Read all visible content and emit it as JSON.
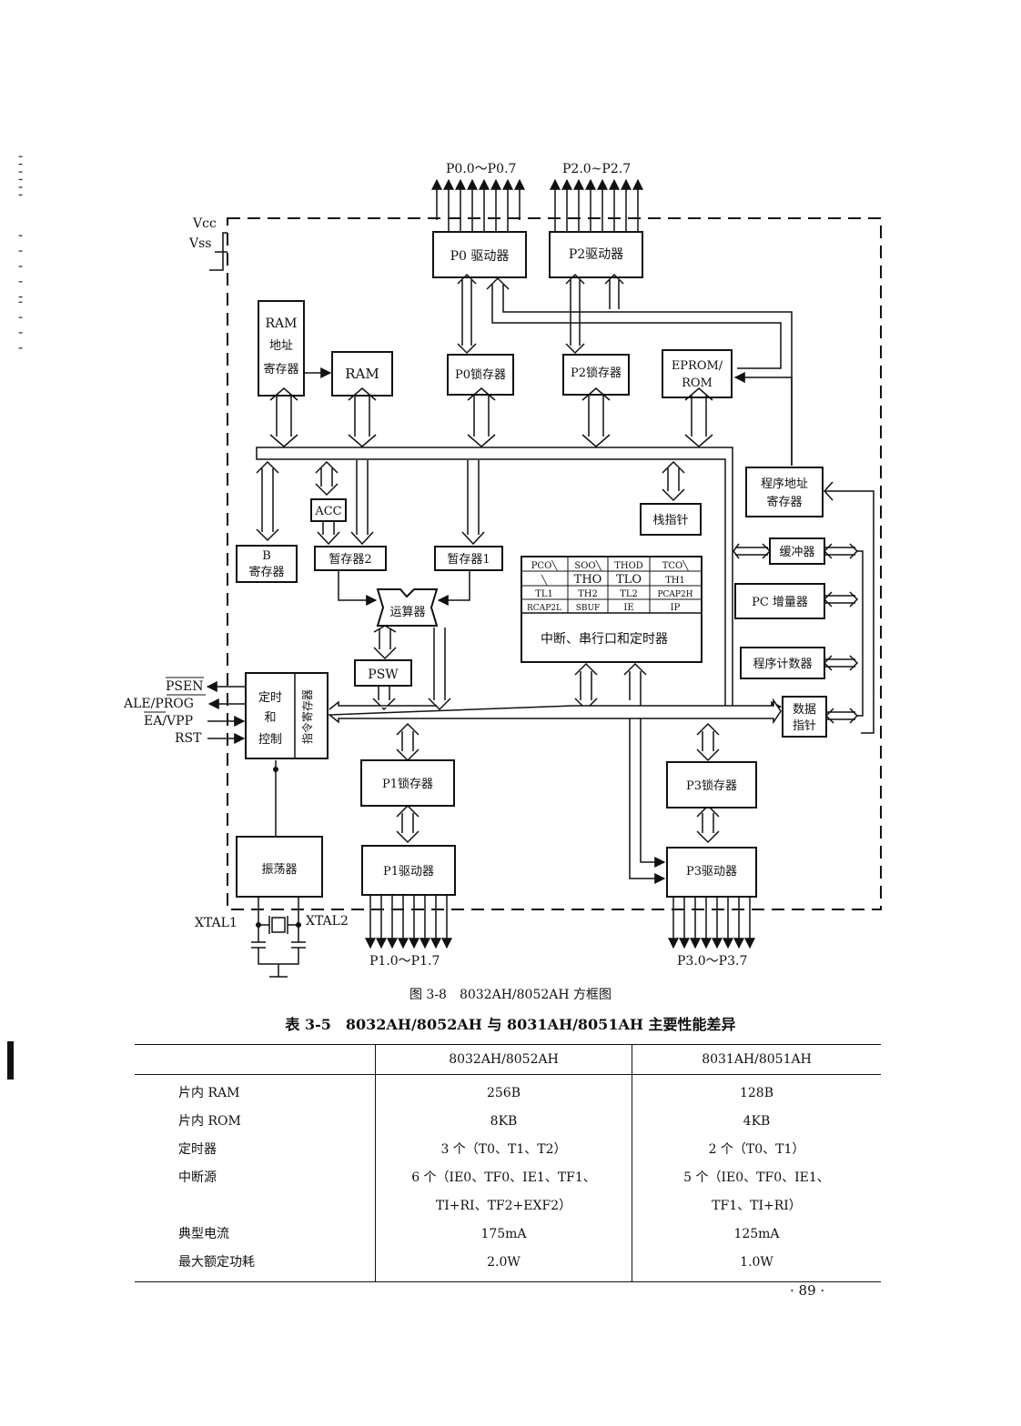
{
  "figure": {
    "pins": {
      "p0_bus": "P0.0～P0.7",
      "p2_bus": "P2.0~P2.7",
      "p1_bus": "P1.0～P1.7",
      "p3_bus": "P3.0～P3.7",
      "vcc": "Vcc",
      "vss": "Vss",
      "psen": "PSEN",
      "ale_prog": "ALE/PROG",
      "ea_vpp": "EA/VPP",
      "rst": "RST",
      "xtal1": "XTAL1",
      "xtal2": "XTAL2"
    },
    "blocks": {
      "p0_driver": "P0 驱动器",
      "p2_driver": "P2驱动器",
      "ram_addr_reg": [
        "RAM",
        "地址",
        "寄存器"
      ],
      "ram": "RAM",
      "p0_latch": "P0锁存器",
      "p2_latch": "P2锁存器",
      "eprom_rom": [
        "EPROM/",
        "ROM"
      ],
      "acc": "ACC",
      "b_reg": [
        "B",
        "寄存器"
      ],
      "temp_reg2": "暂存器2",
      "temp_reg1": "暂存器1",
      "alu": "运算器",
      "psw": "PSW",
      "stack_pointer": "栈指针",
      "prog_addr_reg": [
        "程序地址",
        "寄存器"
      ],
      "buffer": "缓冲器",
      "pc_incrementer": "PC 增量器",
      "program_counter": "程序计数器",
      "data_pointer": [
        "数据",
        "指针"
      ],
      "timing_control": [
        "定时",
        "和",
        "控制"
      ],
      "instruction_reg": "指令寄存器",
      "p1_latch": "P1锁存器",
      "p3_latch": "P3锁存器",
      "oscillator": "振荡器",
      "p1_driver": "P1驱动器",
      "p3_driver": "P3驱动器"
    },
    "sfr_grid": [
      [
        "PCO╲",
        "SOO╲",
        "THOD",
        "TCO╲"
      ],
      [
        "╲",
        "THO",
        "TLO",
        "TH1"
      ],
      [
        "TL1",
        "TH2",
        "TL2",
        "PCAP2H"
      ],
      [
        "RCAP2L",
        "SBUF",
        "IE",
        "IP"
      ]
    ],
    "sfr_label": "中断、串行口和定时器",
    "caption": "图 3-8　8032AH/8052AH 方框图"
  },
  "table": {
    "title": "表 3-5　8032AH/8052AH 与 8031AH/8051AH 主要性能差异",
    "headers": [
      "",
      "8032AH/8052AH",
      "8031AH/8051AH"
    ],
    "rows": [
      {
        "label": "片内 RAM",
        "a": "256B",
        "b": "128B"
      },
      {
        "label": "片内 ROM",
        "a": "8KB",
        "b": "4KB"
      },
      {
        "label": "定时器",
        "a": "3 个（T0、T1、T2）",
        "b": "2 个（T0、T1）"
      },
      {
        "label": "中断源",
        "a": "6 个（IE0、TF0、IE1、TF1、",
        "b": "5 个（IE0、TF0、IE1、"
      },
      {
        "label": "",
        "a": "TI+RI、TF2+EXF2）",
        "b": "TF1、TI+RI）"
      },
      {
        "label": "典型电流",
        "a": "175mA",
        "b": "125mA"
      },
      {
        "label": "最大额定功耗",
        "a": "2.0W",
        "b": "1.0W"
      }
    ]
  },
  "page_number": "· 89 ·",
  "margin_marks": [
    "''''''",
    "' ' ' ' '",
    "' ' ' '"
  ]
}
